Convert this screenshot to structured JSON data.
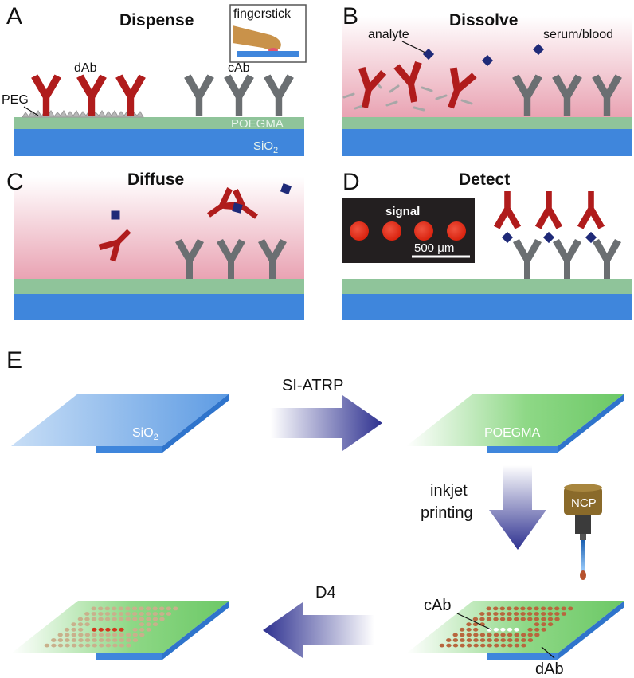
{
  "panels": {
    "A": {
      "letter": "A",
      "title": "Dispense",
      "inset": "fingerstick",
      "dab": "dAb",
      "cab": "cAb",
      "peg": "PEG",
      "poegma": "POEGMA",
      "sio2": "SiO",
      "sio2_sub": "2"
    },
    "B": {
      "letter": "B",
      "title": "Dissolve",
      "analyte": "analyte",
      "serum": "serum/blood"
    },
    "C": {
      "letter": "C",
      "title": "Diffuse"
    },
    "D": {
      "letter": "D",
      "title": "Detect",
      "signal": "signal",
      "scale": "500 μm"
    }
  },
  "fabrication": {
    "letter": "E",
    "sio2": "SiO",
    "sio2_sub": "2",
    "poegma": "POEGMA",
    "step1": "SI-ATRP",
    "step2_line1": "inkjet",
    "step2_line2": "printing",
    "step3": "D4",
    "ncp": "NCP",
    "cab": "cAb",
    "dab": "dAb"
  },
  "colors": {
    "dAb": "#b01c1c",
    "cAb": "#6b6f72",
    "poegma": "#8fc49a",
    "sio2": "#3f86dc",
    "analyte": "#1f2a78",
    "serum": "#e9a3b3",
    "arrow": "#3c3f9e",
    "slide_green": "#7fd07a",
    "slide_blue": "#7fb2ea"
  }
}
